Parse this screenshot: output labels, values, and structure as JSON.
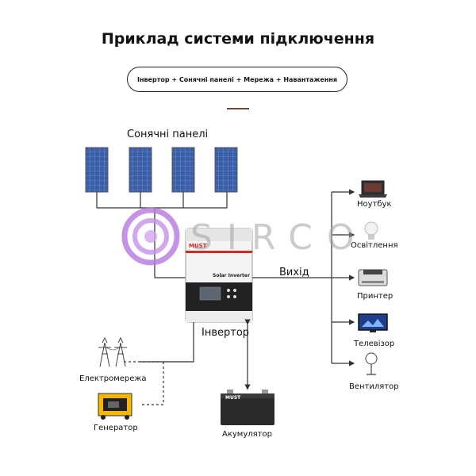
{
  "header": {
    "title": "Приклад системи підключення",
    "subtitle": "Інвертор + Сонячні панелі + Мережа + Навантаження"
  },
  "labels": {
    "solar_panels": "Сонячні панелі",
    "output": "Вихід",
    "inverter": "Інвертор",
    "grid": "Електромережа",
    "generator": "Генератор",
    "battery": "Акумулятор",
    "laptop": "Ноутбук",
    "lighting": "Освітлення",
    "printer": "Принтер",
    "tv": "Телевізор",
    "fan": "Вентилятор"
  },
  "device": {
    "brand": "MUST",
    "model_text": "Solar Inverter",
    "battery_brand": "MUST"
  },
  "watermark": "SIRCO",
  "colors": {
    "panel_blue": "#3a5fa8",
    "inverter_accent": "#d42a1f",
    "watermark_purple": "#a35bd6"
  }
}
